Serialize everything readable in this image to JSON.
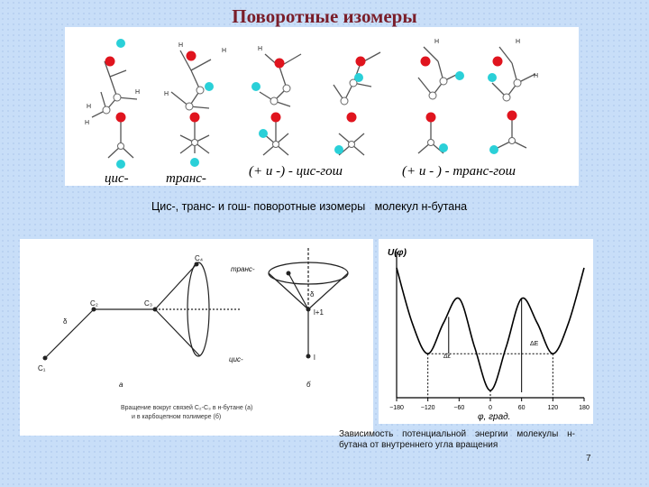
{
  "slide": {
    "title": "Поворотные изомеры",
    "page_number": "7"
  },
  "top_panel": {
    "labels": {
      "cis": "цис-",
      "trans": "транс-",
      "cis_gauche": "(+ и -) - цис-гош",
      "trans_gauche": "(+ и - ) - транс-гош"
    },
    "atom_h": "H",
    "colors": {
      "red": "#e0141e",
      "cyan": "#2ad0d8"
    }
  },
  "middle_caption": "Цис-, транс- и гош- поворотные изомеры   молекул н-бутана",
  "left_panel": {
    "atoms": {
      "c1": "C₁",
      "c2": "C₂",
      "c3": "C₃",
      "c4": "C₄"
    },
    "delta": "δ",
    "labels_trans": "транс-",
    "labels_cis": "цис-",
    "label_a": "а",
    "label_b": "б",
    "label_l_plus_1": "l+1",
    "label_l": "l",
    "caption_line1": "Вращение вокруг связей С₂-С₃ в н-бутане (а)",
    "caption_line2": "и в карбоцепном полимере (б)"
  },
  "chart_data": {
    "type": "line",
    "ylabel": "U(φ)",
    "xlabel": "φ, град.",
    "xticks": [
      "−180",
      "−120",
      "−60",
      "0",
      "60",
      "120",
      "180"
    ],
    "x": [
      -180,
      -150,
      -120,
      -90,
      -60,
      -30,
      0,
      30,
      60,
      90,
      120,
      150,
      180
    ],
    "y": [
      1.0,
      0.55,
      0.3,
      0.55,
      0.75,
      0.35,
      0.0,
      0.35,
      0.75,
      0.55,
      0.3,
      0.55,
      1.0
    ],
    "annotations": [
      "Δε",
      "ΔE"
    ],
    "caption": "Зависимость потенциальной энергии молекулы н-бутана от внутреннего угла вращения"
  }
}
